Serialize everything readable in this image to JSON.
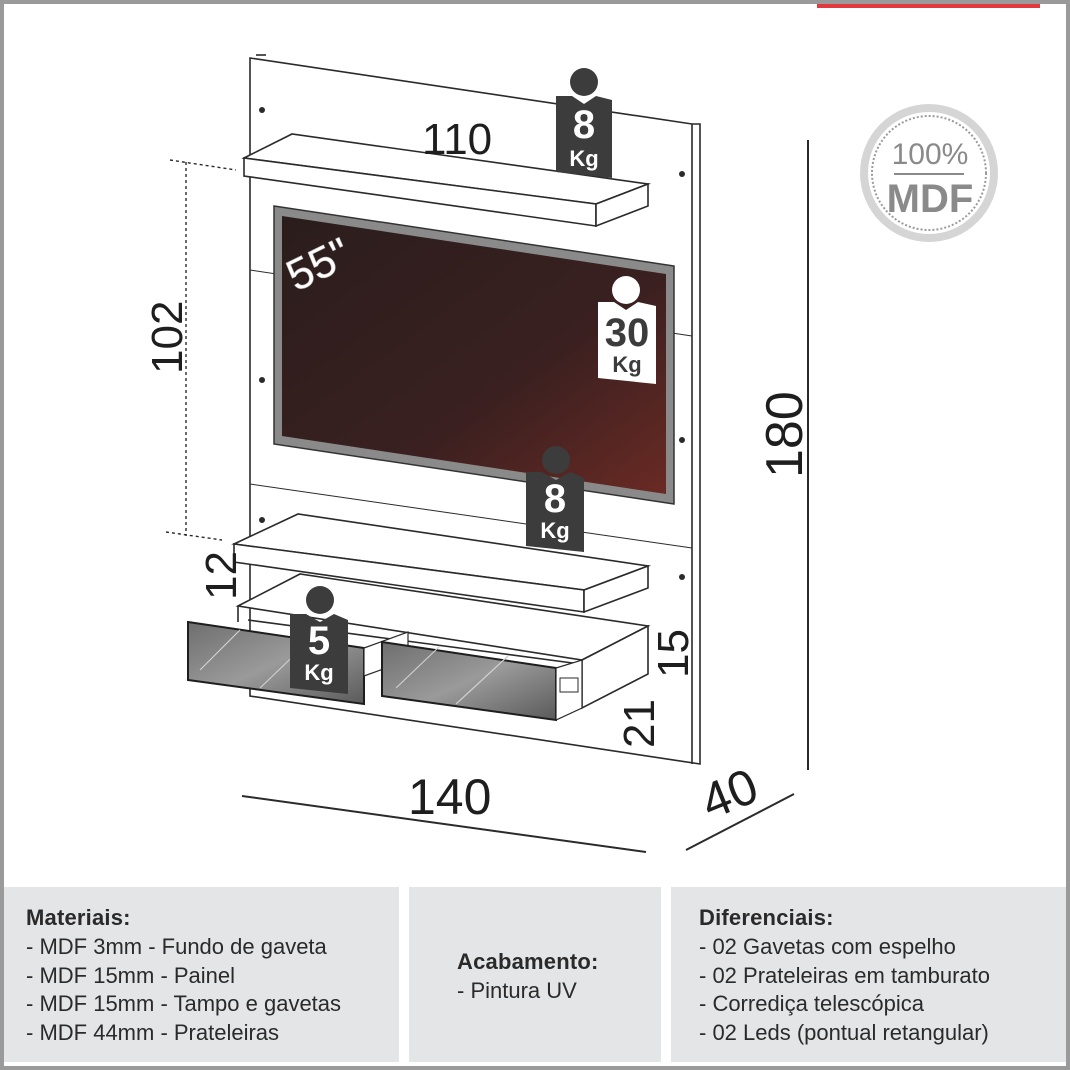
{
  "badge": {
    "line1": "100%",
    "line2": "MDF"
  },
  "dimensions": {
    "top_shelf_width": "110",
    "tv_area_height": "102",
    "total_height": "180",
    "shelf_gap": "12",
    "drawer_height": "15",
    "base_height": "21",
    "total_width": "140",
    "depth": "40"
  },
  "tv_size": "55\"",
  "weights": {
    "top_shelf": {
      "value": "8",
      "unit": "Kg"
    },
    "tv": {
      "value": "30",
      "unit": "Kg"
    },
    "middle_shelf": {
      "value": "8",
      "unit": "Kg"
    },
    "drawers": {
      "value": "5",
      "unit": "Kg"
    }
  },
  "info": {
    "materiais": {
      "title": "Materiais:",
      "items": [
        "- MDF 3mm - Fundo de gaveta",
        "- MDF 15mm - Painel",
        "- MDF 15mm - Tampo e gavetas",
        "- MDF 44mm - Prateleiras"
      ]
    },
    "acabamento": {
      "title": "Acabamento:",
      "items": [
        "- Pintura UV"
      ]
    },
    "diferenciais": {
      "title": "Diferenciais:",
      "items": [
        "- 02 Gavetas com espelho",
        "- 02 Prateleiras em tamburato",
        "- Corrediça telescópica",
        "- 02 Leds (pontual retangular)"
      ]
    }
  },
  "colors": {
    "frame": "#9a9a9a",
    "accent": "#e03a3e",
    "panel_bg": "#e4e5e7",
    "tag": "#3c3c3c",
    "screen": "#3a1f1f"
  }
}
